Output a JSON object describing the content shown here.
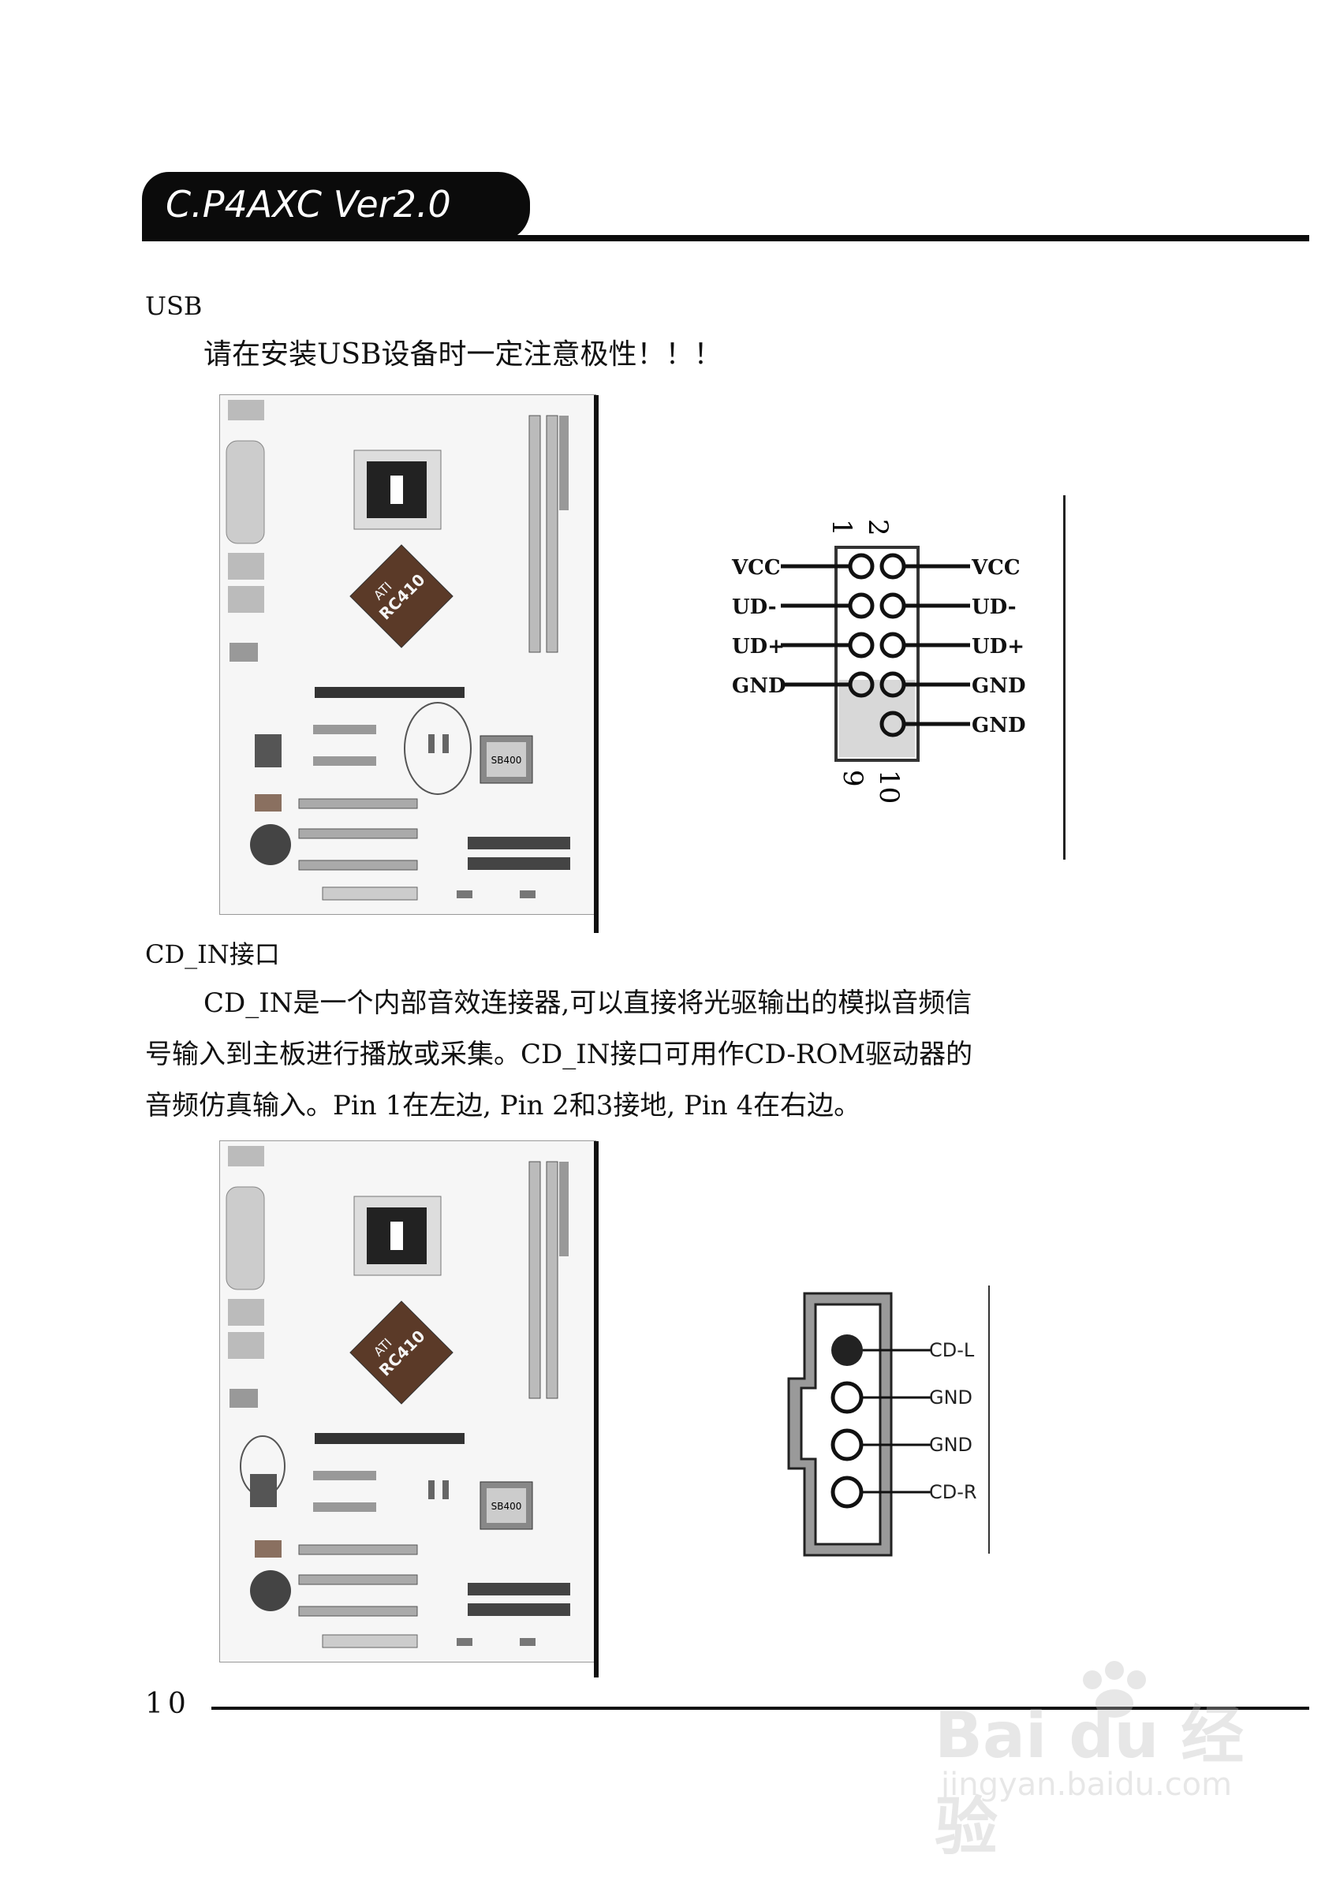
{
  "header": {
    "title": "C.P4AXC Ver2.0"
  },
  "usb": {
    "heading": "USB",
    "note": "请在安装USB设备时一定注意极性！！！",
    "pin_top_labels": [
      "1",
      "2"
    ],
    "pin_bottom_labels": [
      "9",
      "10"
    ],
    "left_labels": [
      "VCC",
      "UD-",
      "UD+",
      "GND"
    ],
    "right_labels": [
      "VCC",
      "UD-",
      "UD+",
      "GND",
      "GND"
    ]
  },
  "cdin": {
    "heading": "CD_IN接口",
    "para_lines": [
      "CD_IN是一个内部音效连接器,可以直接将光驱输出的模拟音频信",
      "号输入到主板进行播放或采集。CD_IN接口可用作CD-ROM驱动器的",
      "音频仿真输入。Pin 1在左边, Pin 2和3接地, Pin 4在右边。"
    ],
    "pin_labels": [
      "CD-L",
      "GND",
      "GND",
      "CD-R"
    ]
  },
  "board": {
    "chip_label": "RC410",
    "chip_sub": "ATI",
    "south_label": "SB400"
  },
  "footer": {
    "page_number": "10"
  },
  "watermark": {
    "logo_text": "Bai du 经验",
    "url": "jingyan.baidu.com"
  }
}
